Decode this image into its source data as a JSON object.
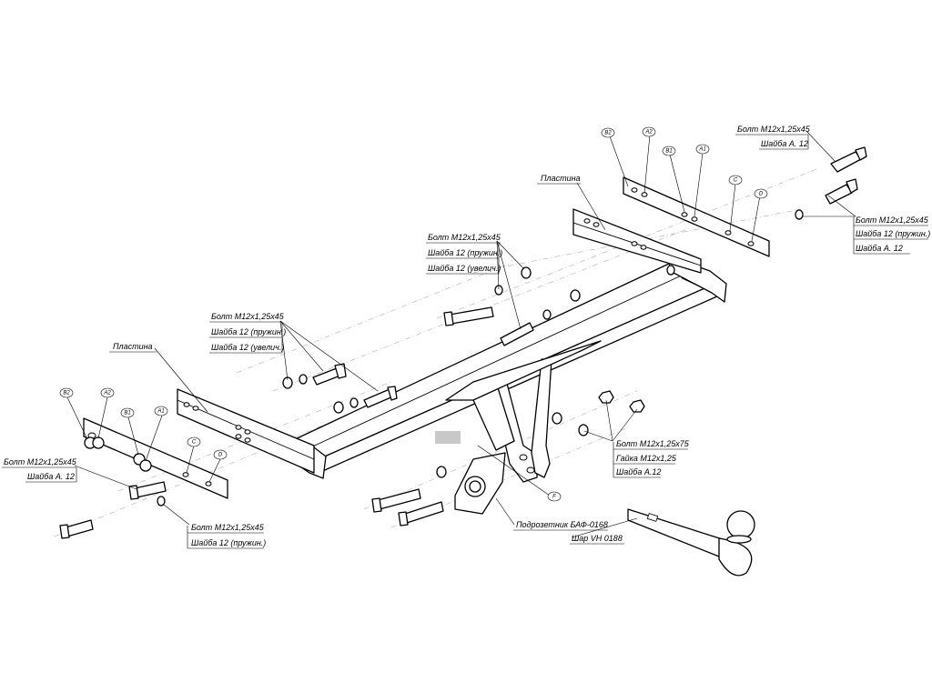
{
  "labels": {
    "right_bolt_top": "Болт М12х1,25х45",
    "right_washer_top": "Шайба А. 12",
    "right_bolt_bottom": "Болт М12х1,25х45",
    "right_spring_bottom": "Шайба 12 (пружин.)",
    "right_washer_bottom": "Шайба А. 12",
    "plate_right": "Пластина",
    "center_bolt": "Болт М12х1,25х45",
    "center_spring": "Шайба 12 (пружин.)",
    "center_enlarged": "Шайба 12 (увелич.)",
    "left_bolt": "Болт М12х1,25х45",
    "left_spring": "Шайба 12 (пружин.)",
    "left_enlarged": "Шайба 12 (увелич.)",
    "plate_left": "Пластина",
    "left_outer_bolt": "Болт М12х1,25х45",
    "left_outer_washer": "Шайба А. 12",
    "bottom_left_bolt": "Болт М12х1,25х45",
    "bottom_left_spring": "Шайба 12 (пружин.)",
    "lower_bolt": "Болт М12х1,25х75",
    "lower_nut": "Гайка М12х1,25",
    "lower_washer": "Шайба А.12",
    "socket_plate": "Подрозетник БАФ-0168",
    "ball": "Шар VH 0188"
  },
  "tags": {
    "rb2": "B2",
    "ra2": "A2",
    "rb1": "B1",
    "ra1": "A1",
    "rc": "C",
    "rd": "D",
    "lb2": "B2",
    "la2": "A2",
    "lb1": "B1",
    "la1": "A1",
    "lc": "C",
    "ld": "D",
    "f": "F"
  }
}
